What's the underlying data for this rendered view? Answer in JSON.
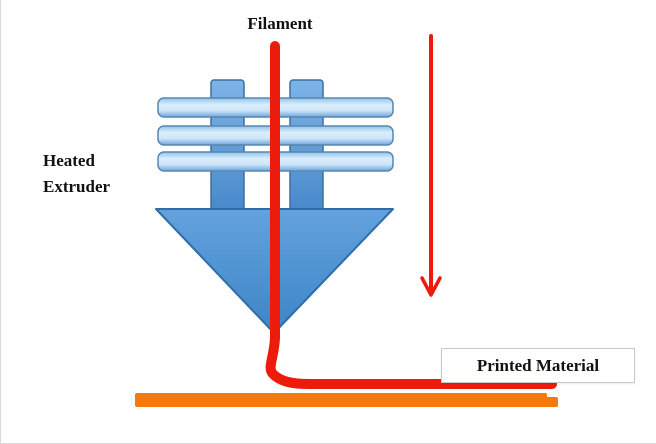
{
  "labels": {
    "filament": "Filament",
    "heated_extruder_line1": "Heated",
    "heated_extruder_line2": "Extruder",
    "printed_material": "Printed Material"
  },
  "colors": {
    "extruder_blue": "#4f96d9",
    "extruder_blue_dark": "#33699e",
    "fin_blue_light": "#d9ecfa",
    "filament_red": "#ed1b0c",
    "bed_orange": "#f5790c"
  }
}
